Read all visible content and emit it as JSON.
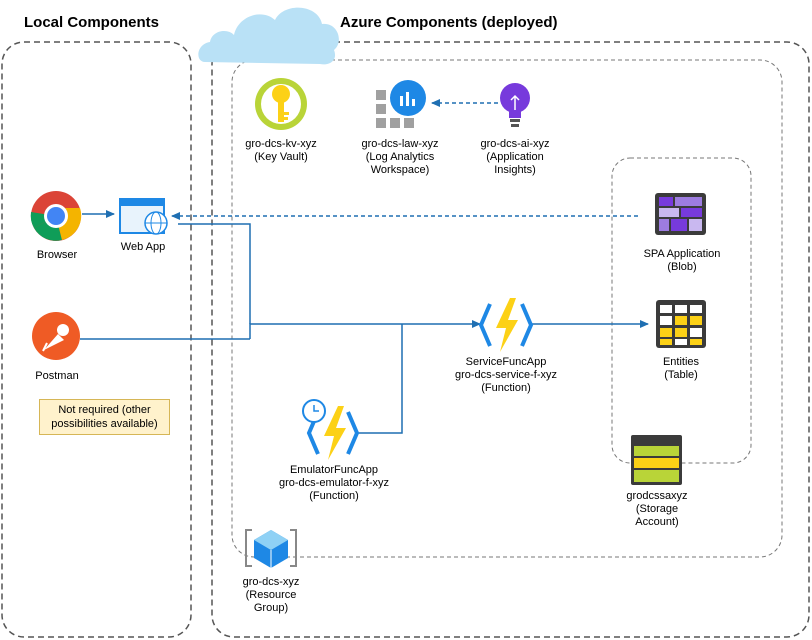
{
  "headers": {
    "local": "Local Components",
    "azure": "Azure Components (deployed)"
  },
  "nodes": {
    "browser": {
      "label": "Browser"
    },
    "webapp": {
      "label": "Web App"
    },
    "postman": {
      "label": "Postman"
    },
    "keyvault": {
      "line1": "gro-dcs-kv-xyz",
      "line2": "(Key Vault)"
    },
    "law": {
      "line1": "gro-dcs-law-xyz",
      "line2": "(Log Analytics",
      "line3": "Workspace)"
    },
    "appinsights": {
      "line1": "gro-dcs-ai-xyz",
      "line2": "(Application",
      "line3": "Insights)"
    },
    "spa": {
      "line1": "SPA Application",
      "line2": "(Blob)"
    },
    "servicefunc": {
      "line1": "ServiceFuncApp",
      "line2": "gro-dcs-service-f-xyz",
      "line3": "(Function)"
    },
    "entities": {
      "line1": "Entities",
      "line2": "(Table)"
    },
    "emulatorfunc": {
      "line1": "EmulatorFuncApp",
      "line2": "gro-dcs-emulator-f-xyz",
      "line3": "(Function)"
    },
    "storage": {
      "line1": "grodcssaxyz",
      "line2": "(Storage",
      "line3": "Account)"
    },
    "resourcegroup": {
      "line1": "gro-dcs-xyz",
      "line2": "(Resource",
      "line3": "Group)"
    }
  },
  "note": {
    "line1": "Not required (other",
    "line2": "possibilities available)"
  },
  "colors": {
    "arrow": "#1f6fb2",
    "border": "#555555",
    "cloud": "#b9e1f6",
    "function": "#fcd116",
    "keyvault": "#b9d438",
    "insights": "#773adc",
    "law": "#1e88e5",
    "note_fill": "#fff2cc",
    "note_border": "#d6b656",
    "postman": "#ef5b25"
  },
  "icons": [
    "chrome-icon",
    "web-app-icon",
    "postman-icon",
    "key-vault-icon",
    "log-analytics-icon",
    "app-insights-icon",
    "blob-storage-icon",
    "function-icon",
    "table-storage-icon",
    "emulator-function-icon",
    "storage-account-icon",
    "resource-group-icon",
    "cloud-icon"
  ]
}
